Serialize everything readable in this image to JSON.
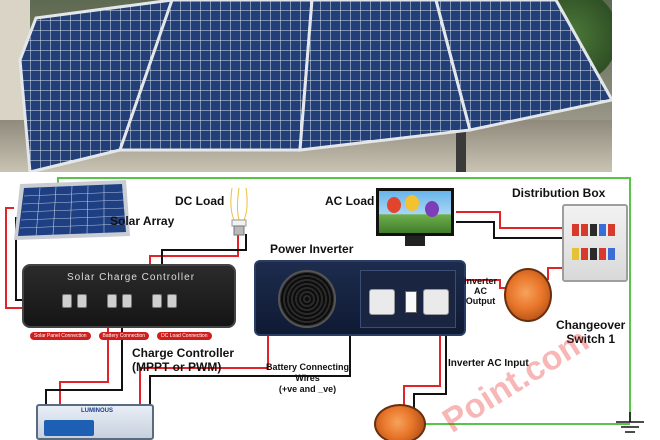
{
  "labels": {
    "dc_load": "DC Load",
    "ac_load": "AC Load",
    "distribution_box": "Distribution Box",
    "solar_array": "Solar Array",
    "power_inverter": "Power Inverter",
    "solar_charge_controller": "Solar Charge Controller",
    "inverter_ac_output": "Inverter\nAC\nOutput",
    "changeover_switch": "Changeover\nSwitch 1",
    "charge_controller": "Charge Controller\n(MPPT or PWM)",
    "battery_wires": "Battery Connecting\nWires\n(+ve and _ve)",
    "inverter_ac_input": "Inverter AC Input",
    "battery_brand": "LUMINOUS"
  },
  "connection_tags": [
    "Solar Panel Connection",
    "Battery Connection",
    "DC Load Connection"
  ],
  "watermark": "Point.com",
  "colors": {
    "positive_wire": "#e0242a",
    "negative_wire": "#111111",
    "earth_wire": "#59c548",
    "panel_frame": "#c9cdd3",
    "panel_cell": "#1f3f83"
  },
  "icons": {
    "solar_panel": "solar-panel-icon",
    "bulb": "cfl-bulb-icon",
    "tv": "television-icon",
    "inverter": "inverter-unit",
    "distribution_box": "distribution-box-icon",
    "changeover": "changeover-switch-icon",
    "battery": "battery-icon",
    "ground": "ground-icon"
  }
}
